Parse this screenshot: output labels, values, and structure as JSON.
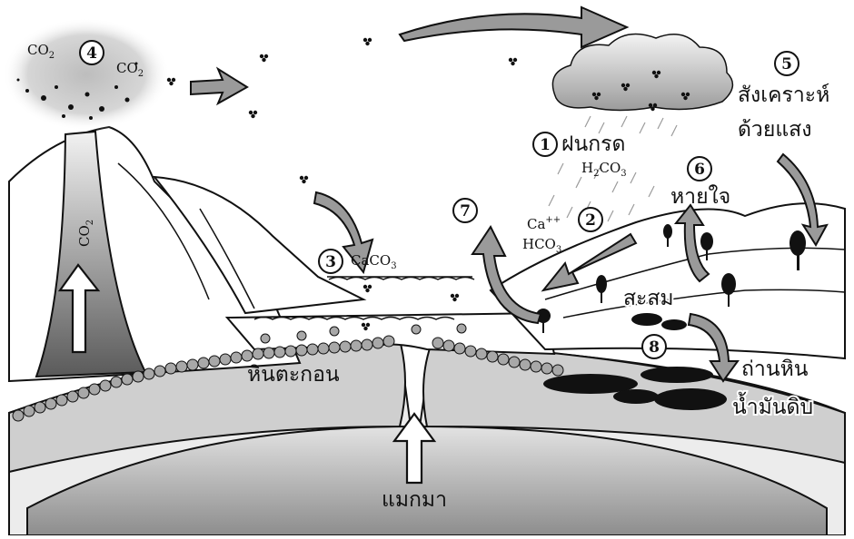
{
  "labels": {
    "co2_left": "CO",
    "co2_left_sub": "2",
    "co2_right": "CO",
    "co2_right_sub": "2",
    "co2_vertical": "CO",
    "co2_vertical_sub": "2",
    "acid_rain": "ฝนกรด",
    "h2co3_a": "H",
    "h2co3_a_sub": "2",
    "h2co3_b": "CO",
    "h2co3_b_sub": "3",
    "ca": "Ca",
    "ca_sup": "++",
    "hco3": "HCO",
    "hco3_sub": "3",
    "caco3_a": "CaCO",
    "caco3_sub": "3",
    "photosynthesis_1": "สังเคราะห์",
    "photosynthesis_2": "ด้วยแสง",
    "respiration": "หายใจ",
    "accumulation": "สะสม",
    "coal": "ถ่านหิน",
    "crude_oil": "น้ำมันดิบ",
    "limestone": "หินตะกอน",
    "magma": "แมกมา"
  },
  "steps": {
    "s1": "1",
    "s2": "2",
    "s3": "3",
    "s4": "4",
    "s5": "5",
    "s6": "6",
    "s7": "7",
    "s8": "8"
  },
  "colors": {
    "ink": "#111111",
    "light_gray": "#d9d9d9",
    "mid_gray": "#a8a8a8",
    "dark_gray": "#5a5a5a",
    "arrow_gray": "#9a9a9a"
  }
}
